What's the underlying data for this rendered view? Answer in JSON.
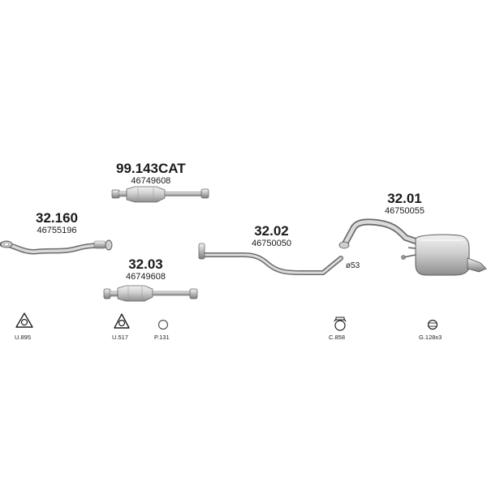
{
  "parts": [
    {
      "code": "99.143CAT",
      "ref": "46749608"
    },
    {
      "code": "32.160",
      "ref": "46755196"
    },
    {
      "code": "32.03",
      "ref": "46749608"
    },
    {
      "code": "32.02",
      "ref": "46750050"
    },
    {
      "code": "32.01",
      "ref": "46750055"
    }
  ],
  "diameter_label": "ø53",
  "accessories": [
    "U.895",
    "U.517",
    "P.131",
    "C.858",
    "G.128x3"
  ],
  "colors": {
    "metal_light": "#e6e6e6",
    "metal_dark": "#8a8a8a",
    "outline": "#555555"
  }
}
